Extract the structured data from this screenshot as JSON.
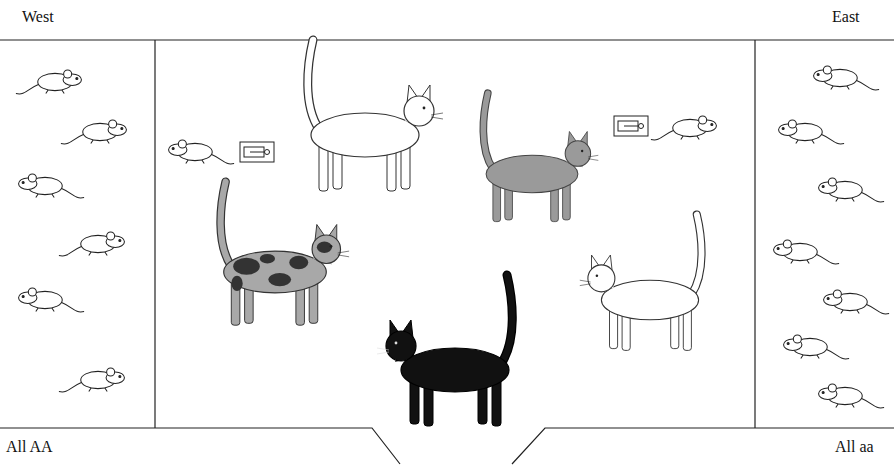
{
  "diagram": {
    "labels": [
      "West",
      "East",
      "All AA",
      "All aa"
    ]
  }
}
